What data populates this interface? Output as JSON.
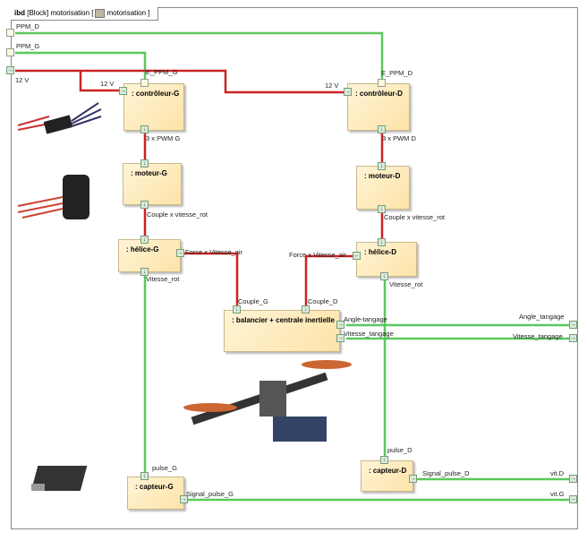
{
  "header": {
    "kind": "ibd",
    "context": "[Block] motorisation [",
    "diagram": "motorisation",
    "close": "]"
  },
  "colors": {
    "flow": "#5cc85c",
    "power": "#cc2222"
  },
  "blocks": {
    "ctrl_g": ": contrôleur-G",
    "ctrl_d": ": contrôleur-D",
    "mot_g": ": moteur-G",
    "mot_d": ": moteur-D",
    "hel_g": ": hélice-G",
    "hel_d": ": hélice-D",
    "bal": ": balancier + centrale inertielle",
    "cap_g": ": capteur-G",
    "cap_d": ": capteur-D"
  },
  "labels": {
    "ppm_d": "PPM_D",
    "ppm_g": "PPM_G",
    "v12": "12 V",
    "v12_g": "12 V",
    "v12_d": "12 V",
    "e_ppm_g": "E_PPM_G",
    "e_ppm_d": "E_PPM_D",
    "pwm_g": "3 x PWM G",
    "pwm_d": "3 x PWM D",
    "couple_g": "Couple x vitesse_rot",
    "couple_d": "Couple x vitesse_rot",
    "force_g": "Force x Vitesse_air",
    "force_d": "Force x Vitesse_air",
    "vrot_g": "Vitesse_rot",
    "vrot_d": "Vitesse_rot",
    "cg": "Couple_G",
    "cd": "Couple_D",
    "angle_in": "Angle-tangage",
    "vit_in": "Vitesse_tangage",
    "angle_out": "Angle_tangage",
    "vit_out": "Vitesse_tangage",
    "pulse_g": "pulse_G",
    "pulse_d": "pulse_D",
    "sig_g": "Signal_pulse_G",
    "sig_d": "Signal_pulse_D",
    "vitg": "vit.G",
    "vitd": "vit.D"
  }
}
